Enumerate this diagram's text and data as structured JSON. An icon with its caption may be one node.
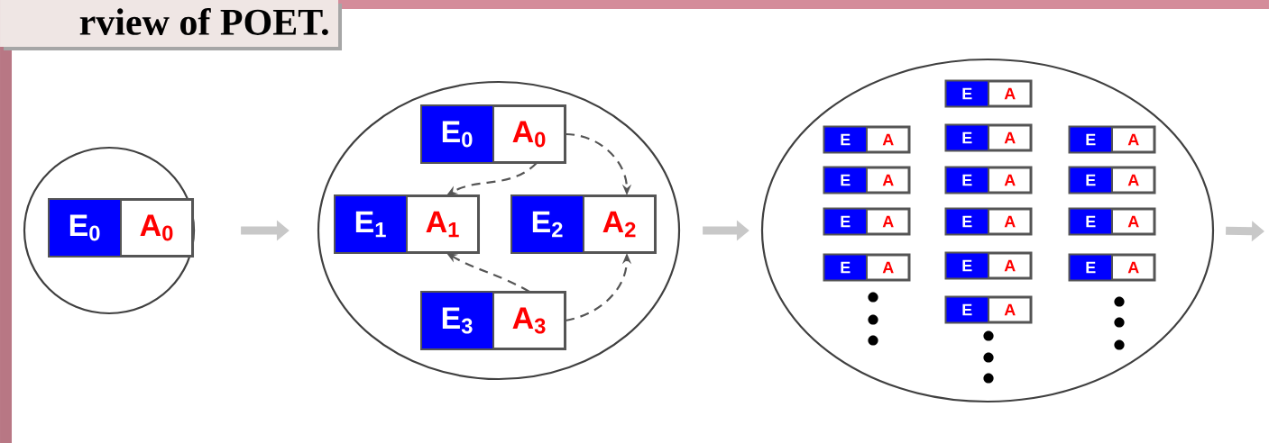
{
  "diagram": {
    "title": "rview of POET.",
    "nodes": [
      {
        "text": [],
        "shape": "ellipse"
      },
      {
        "text": [
          "E$_{0}$",
          "A$_{0}$"
        ],
        "in": 0
      },
      {
        "text": [],
        "shape": "ellipse"
      },
      {
        "text": [
          "E$_{0}$",
          "A$_{0}$"
        ],
        "in": 2
      },
      {
        "text": [
          "E$_{1}$",
          "A$_{1}$"
        ],
        "in": 2
      },
      {
        "text": [
          "E$_{2}$",
          "A$_{2}$"
        ],
        "in": 2
      },
      {
        "text": [
          "E$_{3}$",
          "A$_{3}$"
        ],
        "in": 2
      },
      {
        "text": [],
        "shape": "ellipse"
      },
      {
        "text": [
          "E",
          "A"
        ],
        "in": 7
      },
      {
        "text": [
          "E",
          "A"
        ],
        "in": 7
      },
      {
        "text": [
          "E",
          "A"
        ],
        "in": 7
      },
      {
        "text": [
          "E",
          "A"
        ],
        "in": 7
      },
      {
        "text": [
          "E",
          "A"
        ],
        "in": 7
      },
      {
        "text": [
          "E",
          "A"
        ],
        "in": 7
      },
      {
        "text": [
          "E",
          "A"
        ],
        "in": 7
      },
      {
        "text": [
          "E",
          "A"
        ],
        "in": 7
      },
      {
        "text": [
          "E",
          "A"
        ],
        "in": 7
      },
      {
        "text": [
          "E",
          "A"
        ],
        "in": 7
      },
      {
        "text": [
          "E",
          "A"
        ],
        "in": 7
      },
      {
        "text": [
          "E",
          "A"
        ],
        "in": 7
      },
      {
        "text": [
          "E",
          "A"
        ],
        "in": 7
      },
      {
        "text": [
          "E",
          "A"
        ],
        "in": 7
      }
    ],
    "edges": [
      {
        "from": 0,
        "to": 2,
        "arrow": "to",
        "style": "thick",
        "color": "#c8c8c8"
      },
      {
        "from": 2,
        "to": 7,
        "arrow": "to",
        "style": "thick",
        "color": "#c8c8c8"
      },
      {
        "from": 7,
        "to": null,
        "arrow": "to",
        "style": "thick",
        "color": "#c8c8c8"
      },
      {
        "from": 3,
        "to": 4,
        "arrow": "to",
        "style": "dashed"
      },
      {
        "from": 3,
        "to": 5,
        "arrow": "to",
        "style": "dashed"
      },
      {
        "from": 6,
        "to": 4,
        "arrow": "to",
        "style": "dashed"
      },
      {
        "from": 6,
        "to": 5,
        "arrow": "to",
        "style": "dashed"
      }
    ]
  }
}
